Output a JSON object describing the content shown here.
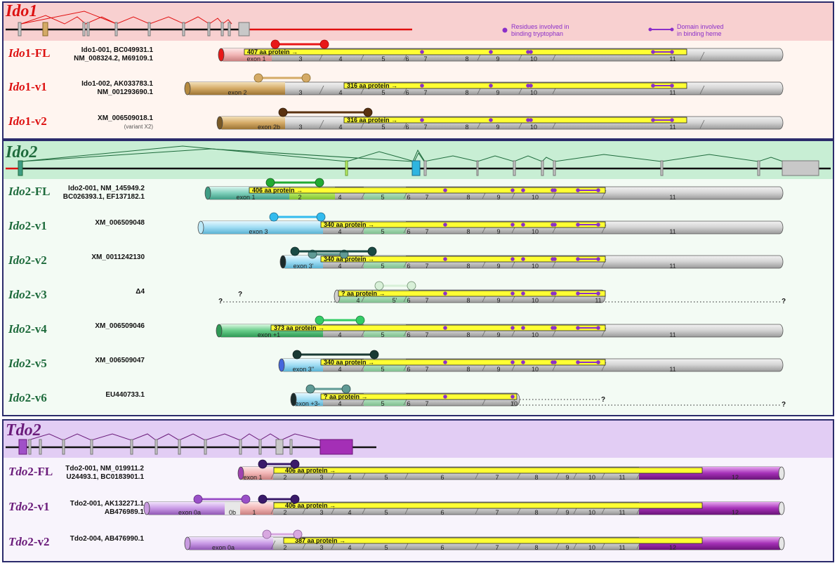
{
  "legend": {
    "residues_line1": "Residues involved in",
    "residues_line2": "binding tryptophan",
    "domain_line1": "Domain involved",
    "domain_line2": "in binding heme"
  },
  "colors": {
    "ido1_bg": "#f8d0d0",
    "ido1_rows_bg": "#fff5f0",
    "ido1_accent": "#dd1111",
    "ido2_bg": "#c8eed4",
    "ido2_rows_bg": "#f3fbf4",
    "ido2_accent": "#1e6b3c",
    "tdo2_bg": "#e2cdf4",
    "tdo2_rows_bg": "#f8f4fc",
    "tdo2_accent": "#6a1b7a",
    "protein_bar": "#ffff33",
    "residue_dot": "#8b2fc9"
  },
  "sections": [
    {
      "key": "ido1",
      "title": "Ido1",
      "isoforms": [
        {
          "name_italic": "Ido",
          "name_rest": "1-FL",
          "acc1": "Ido1-001, BC049931.1",
          "acc2": "NM_008324.2, M69109.1",
          "protein": "407 aa protein →",
          "first_exon": "exon 1",
          "exons": [
            "3",
            "4",
            "5",
            "6",
            "7",
            "8",
            "9",
            "10",
            "11"
          ]
        },
        {
          "name_italic": "Ido",
          "name_rest": "1-v1",
          "acc1": "Ido1-002, AK033783.1",
          "acc2": "NM_001293690.1",
          "protein": "316 aa protein →",
          "first_exon": "exon 2",
          "exons": [
            "3",
            "4",
            "5",
            "6",
            "7",
            "8",
            "9",
            "10",
            "11"
          ]
        },
        {
          "name_italic": "Ido",
          "name_rest": "1-v2",
          "acc1": "XM_006509018.1",
          "acc2": "(variant X2)",
          "protein": "316 aa protein →",
          "first_exon": "exon 2b",
          "exons": [
            "3",
            "4",
            "5",
            "6",
            "7",
            "8",
            "9",
            "10",
            "11"
          ]
        }
      ]
    },
    {
      "key": "ido2",
      "title": "Ido2",
      "isoforms": [
        {
          "name_italic": "Ido",
          "name_rest": "2-FL",
          "acc1": "Ido2-001, NM_145949.2",
          "acc2": "BC026393.1, EF137182.1",
          "protein": "406 aa protein →",
          "first_exon": "exon 1",
          "exons": [
            "2",
            "4",
            "5",
            "6",
            "7",
            "8",
            "9",
            "10",
            "11"
          ]
        },
        {
          "name_italic": "Ido",
          "name_rest": "2-v1",
          "acc1": "XM_006509048",
          "acc2": "",
          "protein": "340 aa protein →",
          "first_exon": "exon 3",
          "exons": [
            "4",
            "5",
            "6",
            "7",
            "8",
            "9",
            "10",
            "11"
          ]
        },
        {
          "name_italic": "Ido",
          "name_rest": "2-v2",
          "acc1": "XM_0011242130",
          "acc2": "",
          "protein": "340 aa protein →",
          "first_exon": "exon 3'",
          "exons": [
            "4",
            "5",
            "6",
            "7",
            "8",
            "9",
            "10",
            "11"
          ]
        },
        {
          "name_italic": "Ido",
          "name_rest": "2-v3",
          "acc1": "Δ4",
          "acc2": "",
          "protein": "? aa protein →",
          "first_exon": "",
          "exons": [
            "4",
            "5'",
            "6",
            "7",
            "8",
            "9",
            "10",
            "11"
          ]
        },
        {
          "name_italic": "Ido",
          "name_rest": "2-v4",
          "acc1": "XM_006509046",
          "acc2": "",
          "protein": "373 aa protein →",
          "first_exon": "exon +1",
          "exons": [
            "4",
            "5",
            "6",
            "7",
            "8",
            "9",
            "10",
            "11"
          ]
        },
        {
          "name_italic": "Ido",
          "name_rest": "2-v5",
          "acc1": "XM_006509047",
          "acc2": "",
          "protein": "340 aa protein →",
          "first_exon": "exon 3''",
          "exons": [
            "4",
            "5",
            "6",
            "7",
            "8",
            "9",
            "10",
            "11"
          ]
        },
        {
          "name_italic": "Ido",
          "name_rest": "2-v6",
          "acc1": "EU440733.1",
          "acc2": "",
          "protein": "? aa protein →",
          "first_exon": "exon +3-",
          "exons": [
            "4",
            "5",
            "6",
            "7",
            "10"
          ]
        }
      ]
    },
    {
      "key": "tdo2",
      "title": "Tdo2",
      "isoforms": [
        {
          "name_italic": "Tdo",
          "name_rest": "2-FL",
          "acc1": "Tdo2-001, NM_019911.2",
          "acc2": "U24493.1, BC0183901.1",
          "protein": "406 aa protein →",
          "first_exon": "exon 1",
          "exons": [
            "2",
            "3",
            "4",
            "5",
            "6",
            "7",
            "8",
            "9",
            "10",
            "11",
            "12"
          ]
        },
        {
          "name_italic": "Tdo",
          "name_rest": "2-v1",
          "acc1": "Tdo2-001, AK132271.1",
          "acc2": "AB476989.1",
          "protein": "406 aa protein →",
          "first_exon": "exon 0a",
          "exon_0b": "0b",
          "exon_1": "1",
          "exons": [
            "2",
            "3",
            "4",
            "5",
            "6",
            "7",
            "8",
            "9",
            "10",
            "11",
            "12"
          ]
        },
        {
          "name_italic": "Tdo",
          "name_rest": "2-v2",
          "acc1": "Tdo2-004, AB476990.1",
          "acc2": "",
          "protein": "387 aa protein →",
          "first_exon": "exon 0a",
          "exons": [
            "2",
            "3",
            "4",
            "5",
            "6",
            "7",
            "8",
            "9",
            "10",
            "11",
            "12"
          ]
        }
      ]
    }
  ],
  "question_mark": "?"
}
